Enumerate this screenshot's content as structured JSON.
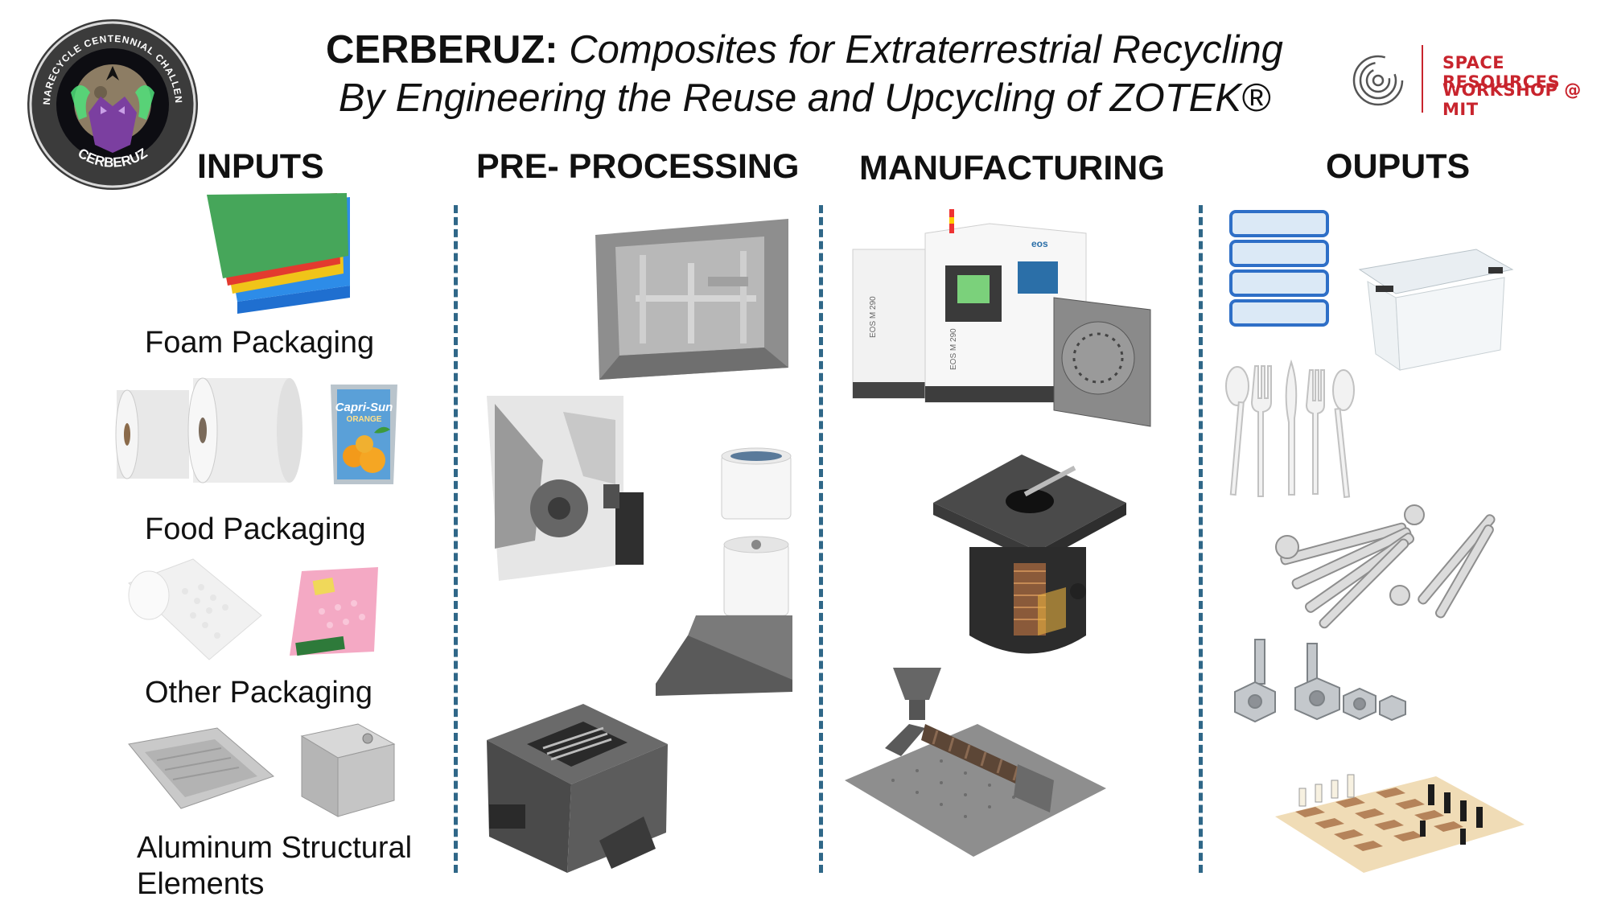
{
  "title": {
    "brand": "CERBERUZ:",
    "line1_rest": " Composites for Extraterrestrial Recycling",
    "line2": "By Engineering the Reuse and Upcycling of ZOTEK®"
  },
  "logo": {
    "ring_text": "LUNARECYCLE CENTENNIAL CHALLENGE",
    "team_text": "CERBERUZ"
  },
  "partner": {
    "line1": "SPACE RESOURCES",
    "line2": "WORKSHOP @ MIT"
  },
  "columns": {
    "inputs": "INPUTS",
    "preprocessing": "PRE- PROCESSING",
    "manufacturing": "MANUFACTURING",
    "outputs": "OUPUTS"
  },
  "inputs": {
    "foam": "Foam Packaging",
    "food": "Food Packaging",
    "other": "Other Packaging",
    "aluminum_line1": "Aluminum Structural",
    "aluminum_line2": "Elements"
  },
  "pouch": {
    "brand": "Capri-Sun",
    "flavor": "ORANGE"
  },
  "printer": {
    "label": "EOS M 290",
    "brand": "eos"
  },
  "colors": {
    "divider": "#2f6788",
    "partner_red": "#c8242d",
    "logo_purple": "#7b3fa0",
    "logo_green": "#4fe07a"
  }
}
